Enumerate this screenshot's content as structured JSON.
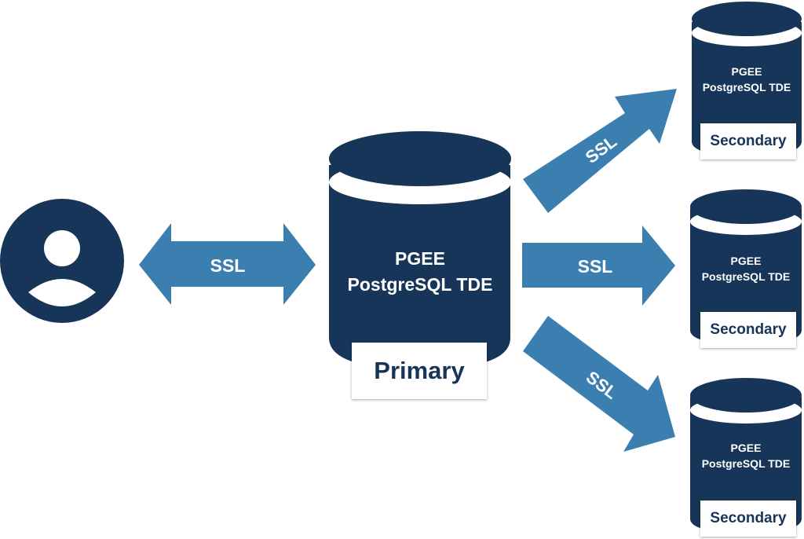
{
  "colors": {
    "navy": "#173459",
    "arrow_blue": "#3a7fb0",
    "white": "#ffffff"
  },
  "client": {
    "icon": "user-avatar-icon"
  },
  "connections": {
    "client_to_primary": {
      "label": "SSL",
      "direction": "bidirectional"
    },
    "primary_to_secondary_top": {
      "label": "SSL"
    },
    "primary_to_secondary_middle": {
      "label": "SSL"
    },
    "primary_to_secondary_bottom": {
      "label": "SSL"
    }
  },
  "primary": {
    "line1": "PGEE",
    "line2": "PostgreSQL TDE",
    "role": "Primary"
  },
  "secondaries": [
    {
      "line1": "PGEE",
      "line2": "PostgreSQL TDE",
      "role": "Secondary"
    },
    {
      "line1": "PGEE",
      "line2": "PostgreSQL TDE",
      "role": "Secondary"
    },
    {
      "line1": "PGEE",
      "line2": "PostgreSQL TDE",
      "role": "Secondary"
    }
  ]
}
